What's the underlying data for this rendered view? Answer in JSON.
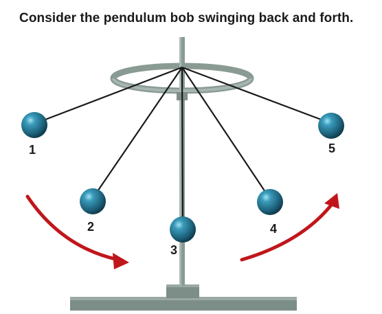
{
  "prompt": "Consider the pendulum bob swinging back and forth.",
  "bobs": [
    {
      "id": "1",
      "label": "1"
    },
    {
      "id": "2",
      "label": "2"
    },
    {
      "id": "3",
      "label": "3"
    },
    {
      "id": "4",
      "label": "4"
    },
    {
      "id": "5",
      "label": "5"
    }
  ],
  "colors": {
    "stand": "#8a9b94",
    "stand_dark": "#6f807a",
    "bob": "#1f6f8b",
    "bob_highlight": "#7fd0e6",
    "string": "#1a1a1a",
    "arrow": "#c0161b"
  }
}
